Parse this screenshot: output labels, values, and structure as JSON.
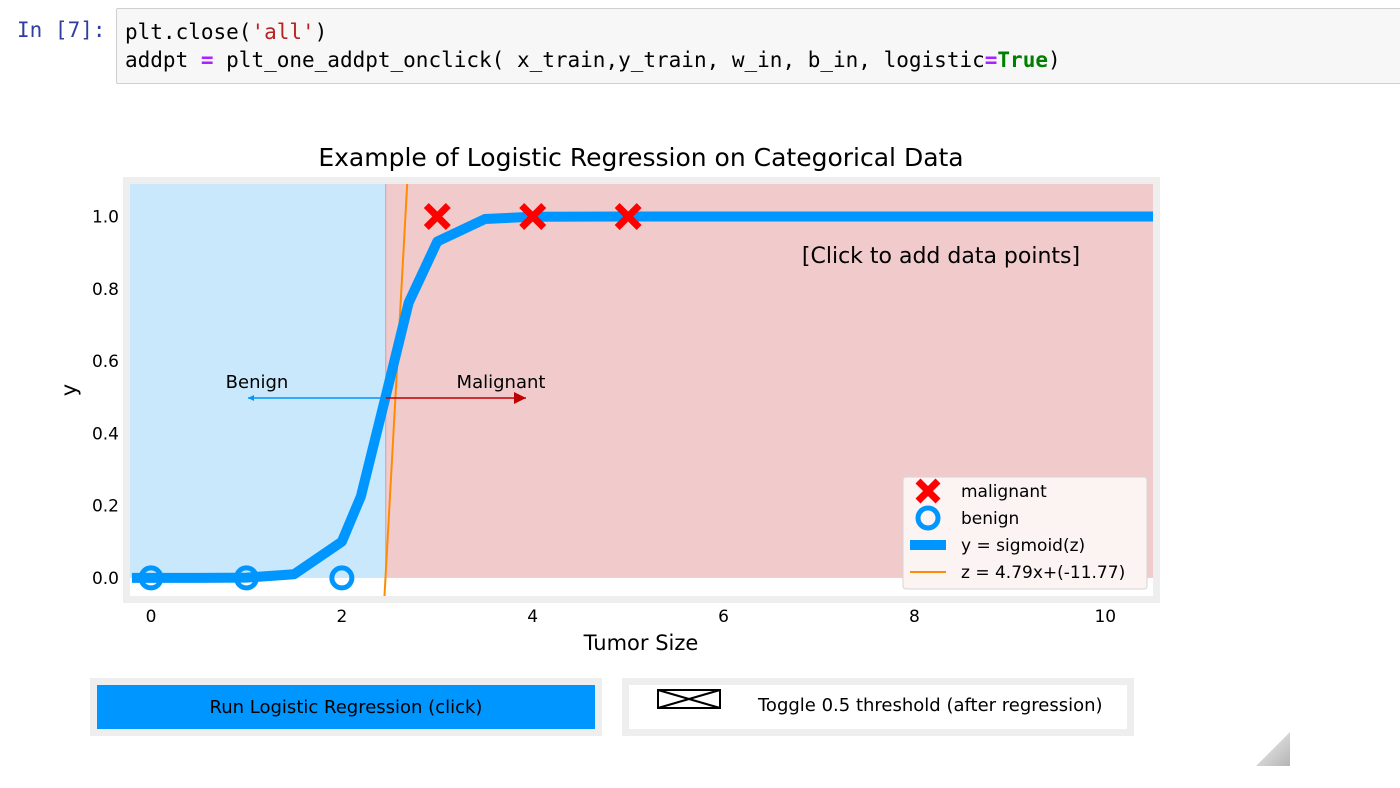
{
  "cell": {
    "prompt": "In [7]:",
    "code": {
      "line1": [
        {
          "t": "plt.close(",
          "c": ""
        },
        {
          "t": "'all'",
          "c": "tok-str"
        },
        {
          "t": ")",
          "c": ""
        }
      ],
      "line2": [
        {
          "t": "addpt ",
          "c": ""
        },
        {
          "t": "=",
          "c": "tok-op"
        },
        {
          "t": " plt_one_addpt_onclick( x_train,y_train, w_in, b_in, logistic",
          "c": ""
        },
        {
          "t": "=",
          "c": "tok-op"
        },
        {
          "t": "True",
          "c": "tok-kw"
        },
        {
          "t": ")",
          "c": ""
        }
      ]
    }
  },
  "colors": {
    "benign_region": "#c9e8fb",
    "malignant_region": "#f1cbcc",
    "sigmoid": "#0096ff",
    "z_line": "#ff8c00",
    "malignant_marker": "#ff0000",
    "benign_marker": "#0096ff",
    "benign_arrow": "#0096ff",
    "malignant_arrow": "#c00000",
    "button_run": "#0096ff"
  },
  "chart_data": {
    "type": "scatter",
    "title": "Example of Logistic Regression on Categorical Data",
    "xlabel": "Tumor Size",
    "ylabel": "y",
    "xlim": [
      -0.22,
      10.5
    ],
    "ylim": [
      -0.05,
      1.09
    ],
    "xticks": [
      0,
      2,
      4,
      6,
      8,
      10
    ],
    "yticks": [
      0.0,
      0.2,
      0.4,
      0.6,
      0.8,
      1.0
    ],
    "ytick_labels": [
      "0.0",
      "0.2",
      "0.4",
      "0.6",
      "0.8",
      "1.0"
    ],
    "grid": false,
    "decision_boundary_x": 2.46,
    "malignant_points": {
      "x": [
        3,
        4,
        5
      ],
      "y": [
        1,
        1,
        1
      ]
    },
    "benign_points": {
      "x": [
        0,
        1,
        2
      ],
      "y": [
        0,
        0,
        0
      ]
    },
    "sigmoid": {
      "w": 4.79,
      "b": -11.77,
      "x_samples": [
        -0.2,
        0.0,
        0.5,
        1.0,
        1.5,
        2.0,
        2.2,
        2.46,
        2.7,
        3.0,
        3.5,
        4.0,
        5.0,
        6.0,
        7.0,
        8.0,
        9.0,
        10.5
      ]
    },
    "z_line": {
      "w": 4.79,
      "b": -11.77
    },
    "annotations": {
      "click_hint": "[Click to add data points]",
      "benign_label": "Benign",
      "malignant_label": "Malignant"
    },
    "legend": {
      "position": "lower-right",
      "entries": [
        {
          "label": "malignant",
          "marker": "x"
        },
        {
          "label": "benign",
          "marker": "circle"
        },
        {
          "label": "y = sigmoid(z)",
          "marker": "thick-line"
        },
        {
          "label": "z = 4.79x+(-11.77)",
          "marker": "thin-line"
        }
      ]
    }
  },
  "controls": {
    "run_label": "Run Logistic Regression (click)",
    "toggle_label": "Toggle 0.5 threshold (after regression)"
  }
}
